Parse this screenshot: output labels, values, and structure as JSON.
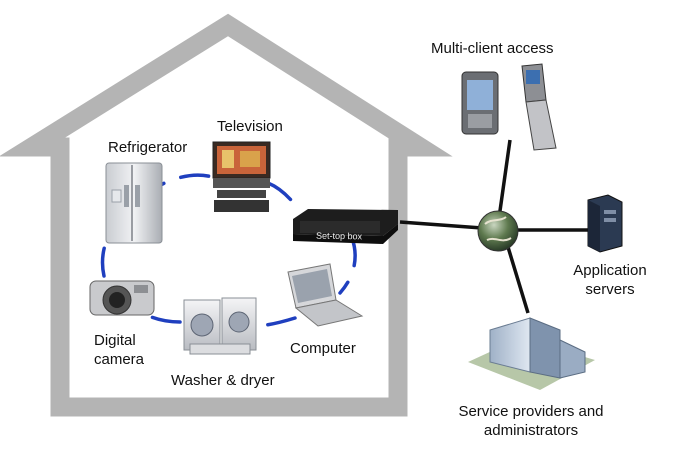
{
  "devices": {
    "refrigerator": "Refrigerator",
    "television": "Television",
    "set_top_box": "Set-top box",
    "computer": "Computer",
    "washer_dryer": "Washer & dryer",
    "digital_camera_line1": "Digital",
    "digital_camera_line2": "camera"
  },
  "network": {
    "multi_client": "Multi-client access",
    "app_servers_line1": "Application",
    "app_servers_line2": "servers",
    "providers_line1": "Service providers and",
    "providers_line2": "administrators"
  },
  "colors": {
    "house_outline": "#b4b4b4",
    "home_network_link": "#1f3fbf",
    "external_link": "#111111"
  }
}
